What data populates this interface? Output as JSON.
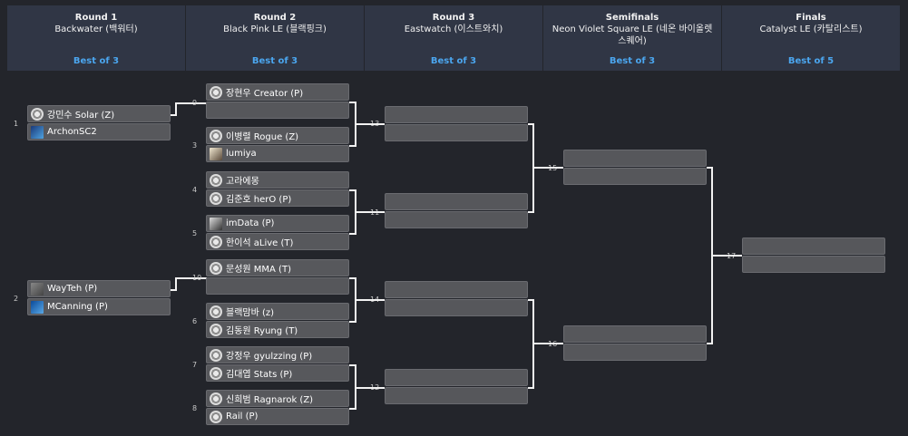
{
  "rounds": [
    {
      "name": "Round 1",
      "map": "Backwater (백워터)",
      "format": "Best of 3"
    },
    {
      "name": "Round 2",
      "map": "Black Pink LE (블랙핑크)",
      "format": "Best of 3"
    },
    {
      "name": "Round 3",
      "map": "Eastwatch (이스트와치)",
      "format": "Best of 3"
    },
    {
      "name": "Semifinals",
      "map": "Neon Violet Square LE (네온 바이올렛 스퀘어)",
      "format": "Best of 3"
    },
    {
      "name": "Finals",
      "map": "Catalyst LE (카탈리스트)",
      "format": "Best of 5"
    }
  ],
  "match_numbers": {
    "m1": "1",
    "m2": "2",
    "m3": "3",
    "m4": "4",
    "m5": "5",
    "m6": "6",
    "m7": "7",
    "m8": "8",
    "m9": "9",
    "m10": "10",
    "m11": "11",
    "m12": "12",
    "m13": "13",
    "m14": "14",
    "m15": "15",
    "m16": "16",
    "m17": "17"
  },
  "players": {
    "m1_top": "강민수 Solar (Z)",
    "m1_bot": "ArchonSC2",
    "m2_top": "WayTeh (P)",
    "m2_bot": "MCanning (P)",
    "m9_top": "장현우 Creator (P)",
    "m3_top": "이병렬 Rogue (Z)",
    "m3_bot": "lumiya",
    "m4_top": "고라에몽",
    "m4_bot": "김준호 herO (P)",
    "m5_top": "imData (P)",
    "m5_bot": "한이석 aLive (T)",
    "m10_top": "문성원 MMA (T)",
    "m6_top": "블랙맘바 (z)",
    "m6_bot": "김동원 Ryung (T)",
    "m7_top": "강정우 gyulzzing (P)",
    "m7_bot": "김대엽 Stats (P)",
    "m8_top": "신희범 Ragnarok (Z)",
    "m8_bot": "Rail (P)"
  },
  "icons": {
    "default": "starcraft-logo-icon",
    "archon": "archonsc2-avatar-icon",
    "wayteh": "wayteh-avatar-icon",
    "mcanning": "mcanning-avatar-icon",
    "lumiya": "lumiya-avatar-icon",
    "imdata": "imdata-avatar-icon"
  },
  "colors": {
    "background": "#23252b",
    "header": "#303645",
    "best_of": "#4ba6ef",
    "slot": "#57585c",
    "connector": "#f2f2f2"
  }
}
